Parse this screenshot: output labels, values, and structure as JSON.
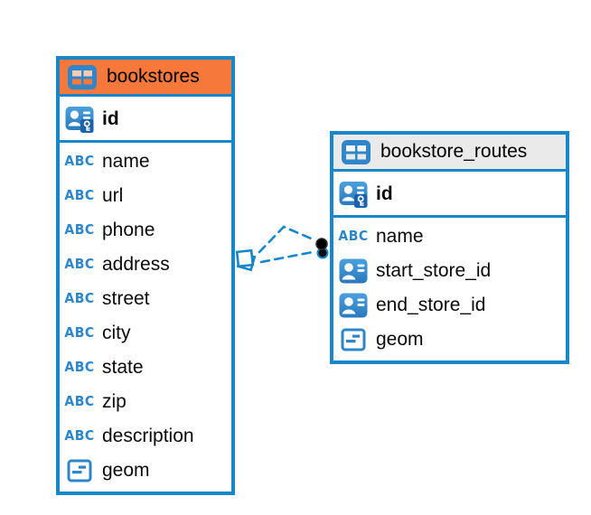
{
  "diagram": {
    "colors": {
      "canvas_background": "#ffffff",
      "accent_blue": "#1787C9",
      "bookstores_header": "#F6793B",
      "bookstore_routes_header": "#EAEAEA",
      "icon_blue": "#2E86C8"
    },
    "tables": [
      {
        "name": "bookstores",
        "header_color": "#F6793B",
        "header_icon": "table",
        "columns": [
          {
            "name": "id",
            "icon": "primary-key",
            "primary": true
          },
          {
            "name": "name",
            "icon": "text"
          },
          {
            "name": "url",
            "icon": "text"
          },
          {
            "name": "phone",
            "icon": "text"
          },
          {
            "name": "address",
            "icon": "text"
          },
          {
            "name": "street",
            "icon": "text"
          },
          {
            "name": "city",
            "icon": "text"
          },
          {
            "name": "state",
            "icon": "text"
          },
          {
            "name": "zip",
            "icon": "text"
          },
          {
            "name": "description",
            "icon": "text"
          },
          {
            "name": "geom",
            "icon": "geometry"
          }
        ]
      },
      {
        "name": "bookstore_routes",
        "header_color": "#EAEAEA",
        "header_icon": "table",
        "columns": [
          {
            "name": "id",
            "icon": "primary-key",
            "primary": true
          },
          {
            "name": "name",
            "icon": "text"
          },
          {
            "name": "start_store_id",
            "icon": "reference"
          },
          {
            "name": "end_store_id",
            "icon": "reference"
          },
          {
            "name": "geom",
            "icon": "geometry"
          }
        ]
      }
    ],
    "relationships": [
      {
        "from_table": "bookstores",
        "to_table": "bookstore_routes",
        "style": "dashed",
        "line_count": 2,
        "source_marker": "double-square",
        "target_marker": "double-dot"
      }
    ]
  }
}
